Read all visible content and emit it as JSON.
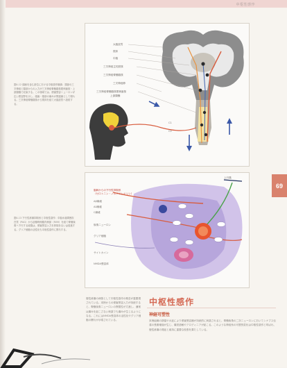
{
  "page": {
    "running_head": "中枢性感作",
    "page_tab": "69"
  },
  "figure1": {
    "caption_lead": "図4-12",
    "caption_text": "図4-12 顔面を含む部位における中枢感作機構：頭部の三叉神経と頸部からの入力が三叉神経脊髄路核尾側亜核・上部頸髄で収束する。この領域では、侵害受容ニューロンが広い受容野を示し、顔面・頭部の痛みが関連痛として現れる。三叉神経脊髄路核から視床を経て大脳皮質へ投射する。",
    "labels": [
      "大脳皮質",
      "視床",
      "中脳",
      "三叉神経主知覚核",
      "三叉神経脊髄路核",
      "三叉神経節",
      "三叉神経脊髄路核尾側亜核",
      "上部頸髄",
      "C1",
      "C2"
    ]
  },
  "figure2": {
    "caption_lead": "図4-13",
    "caption_text": "図4-13 下行性疼痛抑制系と中枢性感作：中脳水道周囲灰白質（PAG）から延髄吻側腹内側部（RVM）を経て脊髄後角へ下行する経路は、侵害受容入力を抑制あるいは促進する。グリア細胞の活性化も中枢性感作に関与する。",
    "labels": [
      "脳幹からの下行性抑制系",
      "（セロトニン・ノルアドレナリン）",
      "Aβ線維",
      "Aδ線維",
      "C線維",
      "後角ニューロン",
      "グリア細胞",
      "サイトカイン",
      "NMDA受容体",
      "上行路"
    ]
  },
  "section": {
    "title": "中枢性感作",
    "subhead": "神経可塑性",
    "body_left": "慢性疼痛の病態として中枢性感作の概念が重要視されている。末梢からの侵害受容入力が持続すると、脊髄後角ニューロンの興奮性が亢進し、通常は痛みを起こさない刺激でも痛みが生じるようになる。これにはNMDA受容体の活性化やグリア細胞の関与が示唆されている。",
    "body_right": "末梢組織の損傷や炎症により侵害受容器が持続的に刺激されると、脊髄後角の二次ニューロンにおいてシナプス伝達の長期増強が生じ、痛覚過敏やアロディニアが起こる。このような神経系の可塑的変化は中枢性感作と呼ばれ、慢性疼痛の発症と維持に重要な役割を果たしている。"
  },
  "colors": {
    "accent": "#d56a55",
    "tab": "#d9826d",
    "brain_gray": "#8a8a8a",
    "purple_zone": "#c9b9e6"
  }
}
